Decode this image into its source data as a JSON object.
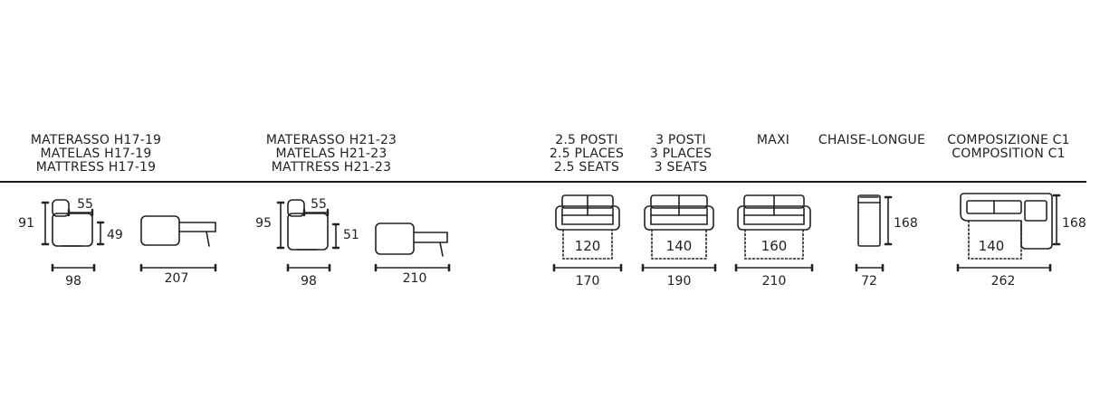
{
  "headers": {
    "col1": [
      "MATERASSO H17-19",
      "MATELAS H17-19",
      "MATTRESS H17-19"
    ],
    "col2": [
      "MATERASSO H21-23",
      "MATELAS H21-23",
      "MATTRESS H21-23"
    ],
    "col3": [
      "2.5 POSTI",
      "2.5 PLACES",
      "2.5 SEATS"
    ],
    "col4": [
      "3 POSTI",
      "3 PLACES",
      "3 SEATS"
    ],
    "col5": [
      "MAXI"
    ],
    "col6": [
      "CHAISE-LONGUE"
    ],
    "col7": [
      "COMPOSIZIONE C1",
      "COMPOSITION C1"
    ]
  },
  "dims": {
    "h17": {
      "height": "91",
      "seat_depth": "55",
      "seat_height": "49",
      "depth": "98",
      "open_length": "207"
    },
    "h21": {
      "height": "95",
      "seat_depth": "55",
      "seat_height": "51",
      "depth": "98",
      "open_length": "210"
    },
    "p25": {
      "mattress": "120",
      "width": "170"
    },
    "p3": {
      "mattress": "140",
      "width": "190"
    },
    "maxi": {
      "mattress": "160",
      "width": "210"
    },
    "chaise": {
      "depth": "168",
      "width": "72"
    },
    "c1": {
      "mattress": "140",
      "depth": "168",
      "width": "262"
    }
  }
}
